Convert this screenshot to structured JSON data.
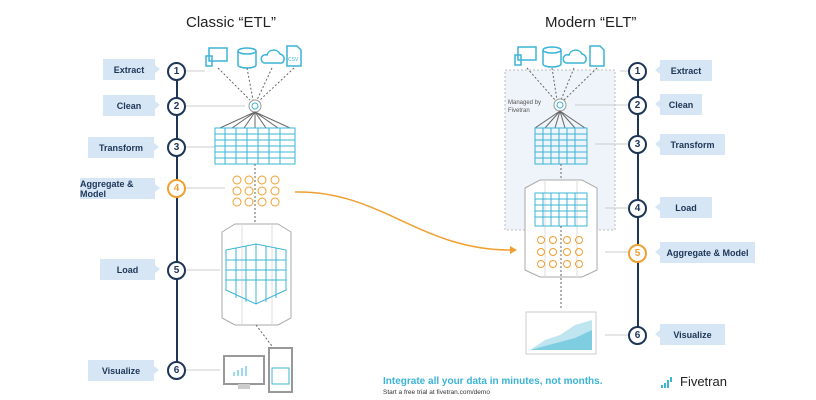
{
  "titles": {
    "classic": "Classic “ETL”",
    "modern": "Modern “ELT”"
  },
  "classic_steps": [
    {
      "num": "1",
      "label": "Extract"
    },
    {
      "num": "2",
      "label": "Clean"
    },
    {
      "num": "3",
      "label": "Transform"
    },
    {
      "num": "4",
      "label": "Aggregate & Model",
      "highlight": true
    },
    {
      "num": "5",
      "label": "Load"
    },
    {
      "num": "6",
      "label": "Visualize"
    }
  ],
  "modern_steps": [
    {
      "num": "1",
      "label": "Extract"
    },
    {
      "num": "2",
      "label": "Clean"
    },
    {
      "num": "3",
      "label": "Transform"
    },
    {
      "num": "4",
      "label": "Load"
    },
    {
      "num": "5",
      "label": "Aggregate & Model",
      "highlight": true
    },
    {
      "num": "6",
      "label": "Visualize"
    }
  ],
  "managed_note": "Managed by Fivetran",
  "csv_label": "CSV",
  "footer": {
    "cta": "Integrate all your data in minutes, not months.",
    "subtext": "Start a free trial at fivetran.com/demo",
    "brand": "Fivetran"
  },
  "colors": {
    "navy": "#1d3557",
    "orange": "#f0a030",
    "cyan": "#3bb4d6",
    "label_bg": "#d6e6f4"
  }
}
